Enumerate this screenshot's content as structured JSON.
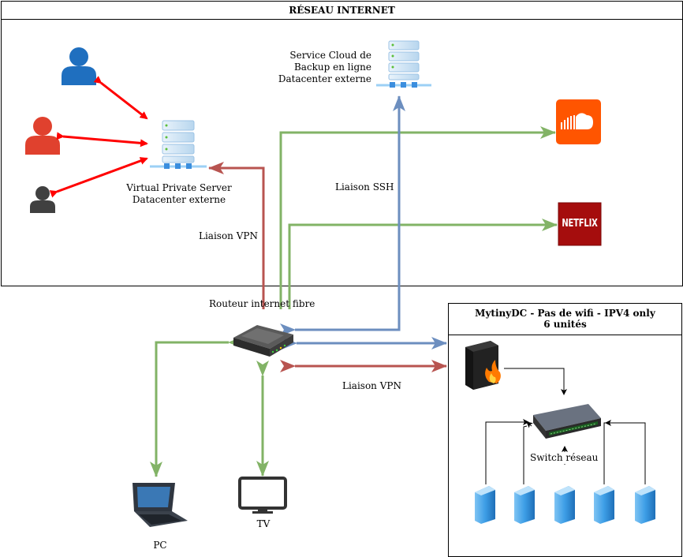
{
  "internet_zone": {
    "title": "RÉSEAU INTERNET"
  },
  "dc_zone": {
    "title_line1": "MytinyDC - Pas de wifi - IPV4 only",
    "title_line2": "6 unités"
  },
  "nodes": {
    "backup": {
      "line1": "Service Cloud de",
      "line2": "Backup en ligne",
      "line3": "Datacenter externe"
    },
    "vps": {
      "line1": "Virtual Private Server",
      "line2": "Datacenter externe"
    },
    "router": {
      "label": "Routeur internet fibre"
    },
    "switch": {
      "label": "Switch réseau"
    },
    "pc": {
      "label": "PC"
    },
    "tv": {
      "label": "TV"
    },
    "netflix": {
      "logo_text": "NETFLIX"
    }
  },
  "links": {
    "ssh": "Liaison SSH",
    "vpn_vps": "Liaison VPN",
    "vpn_dc": "Liaison VPN"
  },
  "colors": {
    "red_arrow": "#ff0000",
    "vpn": "#b85450",
    "ssh": "#6c8ebf",
    "lan": "#82b366",
    "user_blue": "#1f6fbf",
    "user_red": "#e0412e",
    "user_dark": "#404040",
    "soundcloud": "#ff5500",
    "netflix": "#a50d0d"
  },
  "icons": [
    "user-icon",
    "server-icon",
    "soundcloud-icon",
    "netflix-icon",
    "router-icon",
    "firewall-icon",
    "switch-icon",
    "laptop-icon",
    "tv-icon"
  ]
}
